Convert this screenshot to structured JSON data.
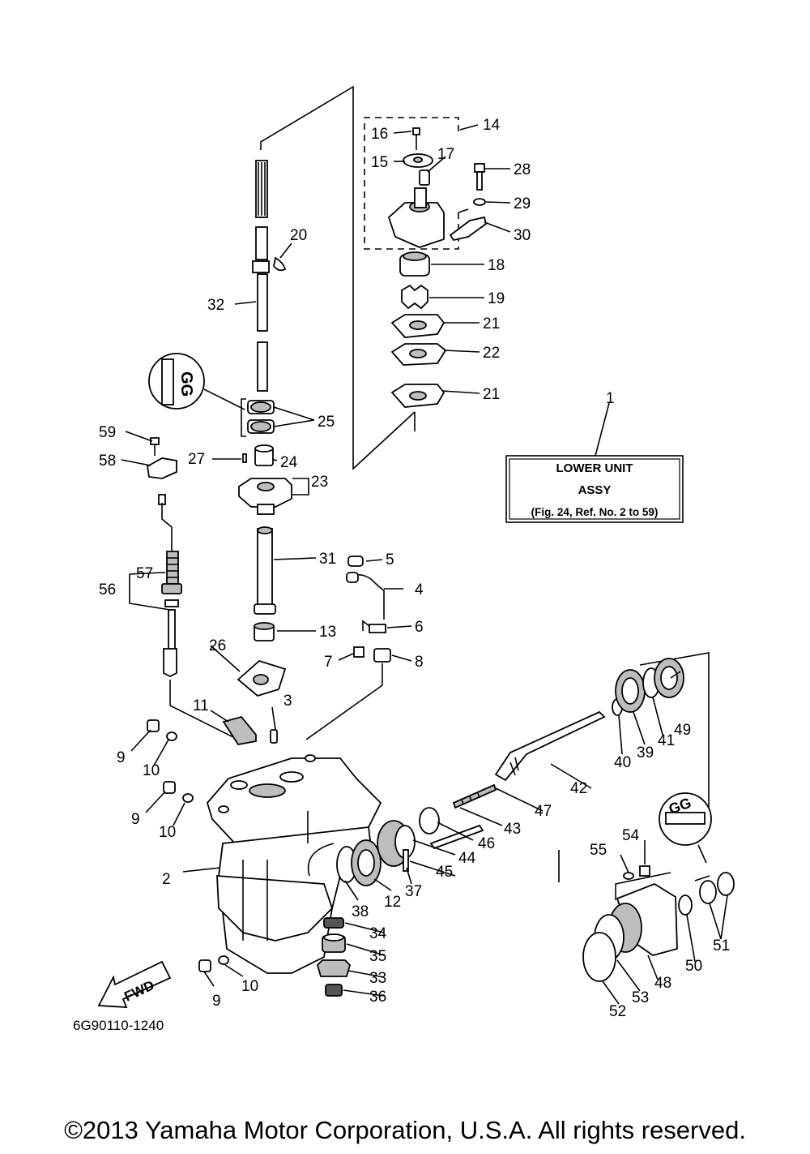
{
  "parts_box": {
    "ref": "1",
    "line1": "LOWER UNIT",
    "line2": "ASSY",
    "line3": "(Fig. 24, Ref. No. 2 to 59)"
  },
  "callouts": [
    "2",
    "3",
    "4",
    "5",
    "6",
    "7",
    "8",
    "9",
    "9",
    "9",
    "10",
    "10",
    "10",
    "11",
    "12",
    "13",
    "14",
    "15",
    "16",
    "17",
    "18",
    "19",
    "20",
    "21",
    "21",
    "22",
    "23",
    "24",
    "25",
    "26",
    "27",
    "28",
    "29",
    "30",
    "31",
    "32",
    "33",
    "34",
    "35",
    "36",
    "37",
    "38",
    "39",
    "40",
    "41",
    "42",
    "43",
    "44",
    "45",
    "46",
    "47",
    "48",
    "49",
    "50",
    "51",
    "52",
    "53",
    "54",
    "55",
    "56",
    "57",
    "58",
    "59"
  ],
  "direction_marker": "FWD",
  "lubricant_marks": [
    "GG",
    "GG"
  ],
  "drawing_code": "6G90110-1240",
  "copyright": "©2013 Yamaha Motor Corporation, U.S.A. All rights reserved."
}
